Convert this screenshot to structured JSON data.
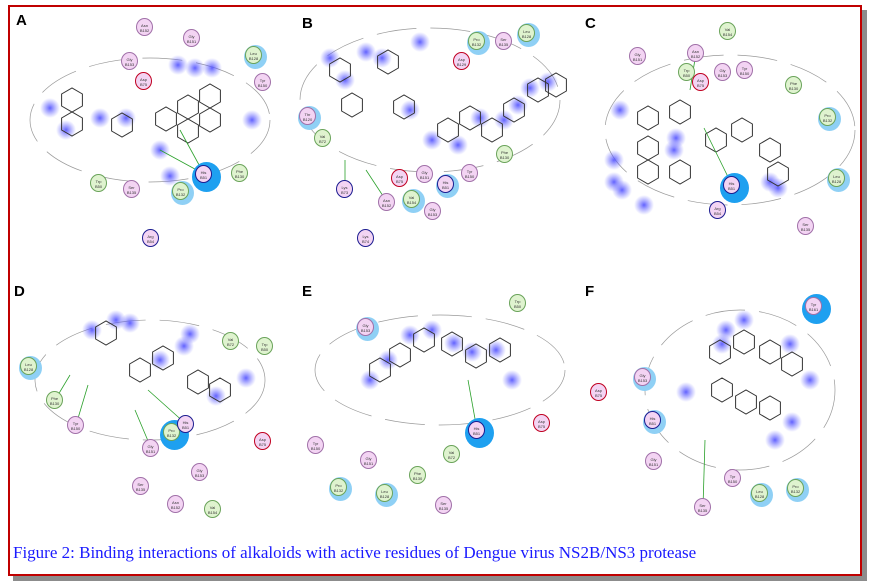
{
  "figure": {
    "caption": "Figure 2: Binding interactions of alkaloids with active residues of Dengue virus NS2B/NS3 protease",
    "panels": [
      {
        "label": "A",
        "residues": [
          {
            "name": "Asn",
            "num": "B152",
            "type": "p"
          },
          {
            "name": "Gly",
            "num": "B151",
            "type": "p"
          },
          {
            "name": "Gly",
            "num": "B153",
            "type": "p"
          },
          {
            "name": "Asp",
            "num": "B75",
            "type": "r"
          },
          {
            "name": "Leu",
            "num": "B128",
            "type": "g"
          },
          {
            "name": "Tyr",
            "num": "B150",
            "type": "p"
          },
          {
            "name": "His",
            "num": "B51",
            "type": "b"
          },
          {
            "name": "Phe",
            "num": "B130",
            "type": "g"
          },
          {
            "name": "Pro",
            "num": "B132",
            "type": "g"
          },
          {
            "name": "Ser",
            "num": "B135",
            "type": "p"
          },
          {
            "name": "Trp",
            "num": "B50",
            "type": "g"
          },
          {
            "name": "Arg",
            "num": "B54",
            "type": "b"
          }
        ]
      },
      {
        "label": "B",
        "residues": [
          {
            "name": "Pro",
            "num": "B132",
            "type": "g"
          },
          {
            "name": "Ser",
            "num": "B135",
            "type": "p"
          },
          {
            "name": "Leu",
            "num": "B128",
            "type": "g"
          },
          {
            "name": "Asp",
            "num": "B129",
            "type": "r"
          },
          {
            "name": "Thr",
            "num": "B120",
            "type": "p"
          },
          {
            "name": "Val",
            "num": "B72",
            "type": "g"
          },
          {
            "name": "Phe",
            "num": "B130",
            "type": "g"
          },
          {
            "name": "Tyr",
            "num": "B150",
            "type": "p"
          },
          {
            "name": "Gly",
            "num": "B151",
            "type": "p"
          },
          {
            "name": "His",
            "num": "B51",
            "type": "b"
          },
          {
            "name": "Asp",
            "num": "B75",
            "type": "r"
          },
          {
            "name": "Lys",
            "num": "B73",
            "type": "b"
          },
          {
            "name": "Asn",
            "num": "B152",
            "type": "p"
          },
          {
            "name": "Val",
            "num": "B154",
            "type": "g"
          },
          {
            "name": "Gly",
            "num": "B153",
            "type": "p"
          },
          {
            "name": "Lys",
            "num": "B74",
            "type": "b"
          }
        ]
      },
      {
        "label": "C",
        "residues": [
          {
            "name": "Val",
            "num": "B154",
            "type": "g"
          },
          {
            "name": "Asn",
            "num": "B152",
            "type": "p"
          },
          {
            "name": "Gly",
            "num": "B151",
            "type": "p"
          },
          {
            "name": "Trp",
            "num": "B50",
            "type": "g"
          },
          {
            "name": "Asp",
            "num": "B75",
            "type": "r"
          },
          {
            "name": "Gly",
            "num": "B153",
            "type": "p"
          },
          {
            "name": "Tyr",
            "num": "B150",
            "type": "p"
          },
          {
            "name": "Phe",
            "num": "B130",
            "type": "g"
          },
          {
            "name": "Pro",
            "num": "B132",
            "type": "g"
          },
          {
            "name": "Leu",
            "num": "B128",
            "type": "g"
          },
          {
            "name": "His",
            "num": "B51",
            "type": "b"
          },
          {
            "name": "Arg",
            "num": "B54",
            "type": "b"
          },
          {
            "name": "Ser",
            "num": "B135",
            "type": "p"
          }
        ]
      },
      {
        "label": "D",
        "residues": [
          {
            "name": "Leu",
            "num": "B128",
            "type": "g"
          },
          {
            "name": "Val",
            "num": "B72",
            "type": "g"
          },
          {
            "name": "Trp",
            "num": "B50",
            "type": "g"
          },
          {
            "name": "Phe",
            "num": "B130",
            "type": "g"
          },
          {
            "name": "Tyr",
            "num": "B150",
            "type": "p"
          },
          {
            "name": "Gly",
            "num": "B151",
            "type": "p"
          },
          {
            "name": "Pro",
            "num": "B132",
            "type": "g"
          },
          {
            "name": "His",
            "num": "B51",
            "type": "b"
          },
          {
            "name": "Asp",
            "num": "B75",
            "type": "r"
          },
          {
            "name": "Gly",
            "num": "B153",
            "type": "p"
          },
          {
            "name": "Ser",
            "num": "B135",
            "type": "p"
          },
          {
            "name": "Asn",
            "num": "B152",
            "type": "p"
          },
          {
            "name": "Val",
            "num": "B154",
            "type": "g"
          }
        ]
      },
      {
        "label": "E",
        "residues": [
          {
            "name": "Trp",
            "num": "B50",
            "type": "g"
          },
          {
            "name": "Gly",
            "num": "B153",
            "type": "p"
          },
          {
            "name": "His",
            "num": "B51",
            "type": "b"
          },
          {
            "name": "Asp",
            "num": "B75",
            "type": "r"
          },
          {
            "name": "Tyr",
            "num": "B150",
            "type": "p"
          },
          {
            "name": "Gly",
            "num": "B151",
            "type": "p"
          },
          {
            "name": "Val",
            "num": "B72",
            "type": "g"
          },
          {
            "name": "Phe",
            "num": "B130",
            "type": "g"
          },
          {
            "name": "Pro",
            "num": "B132",
            "type": "g"
          },
          {
            "name": "Leu",
            "num": "B128",
            "type": "g"
          },
          {
            "name": "Ser",
            "num": "B135",
            "type": "p"
          }
        ]
      },
      {
        "label": "F",
        "residues": [
          {
            "name": "Tyr",
            "num": "B161",
            "type": "p"
          },
          {
            "name": "Gly",
            "num": "B153",
            "type": "p"
          },
          {
            "name": "Asp",
            "num": "B75",
            "type": "r"
          },
          {
            "name": "His",
            "num": "B51",
            "type": "b"
          },
          {
            "name": "Gly",
            "num": "B151",
            "type": "p"
          },
          {
            "name": "Tyr",
            "num": "B150",
            "type": "p"
          },
          {
            "name": "Leu",
            "num": "B128",
            "type": "g"
          },
          {
            "name": "Pro",
            "num": "B132",
            "type": "g"
          },
          {
            "name": "Ser",
            "num": "B135",
            "type": "p"
          }
        ]
      }
    ]
  }
}
